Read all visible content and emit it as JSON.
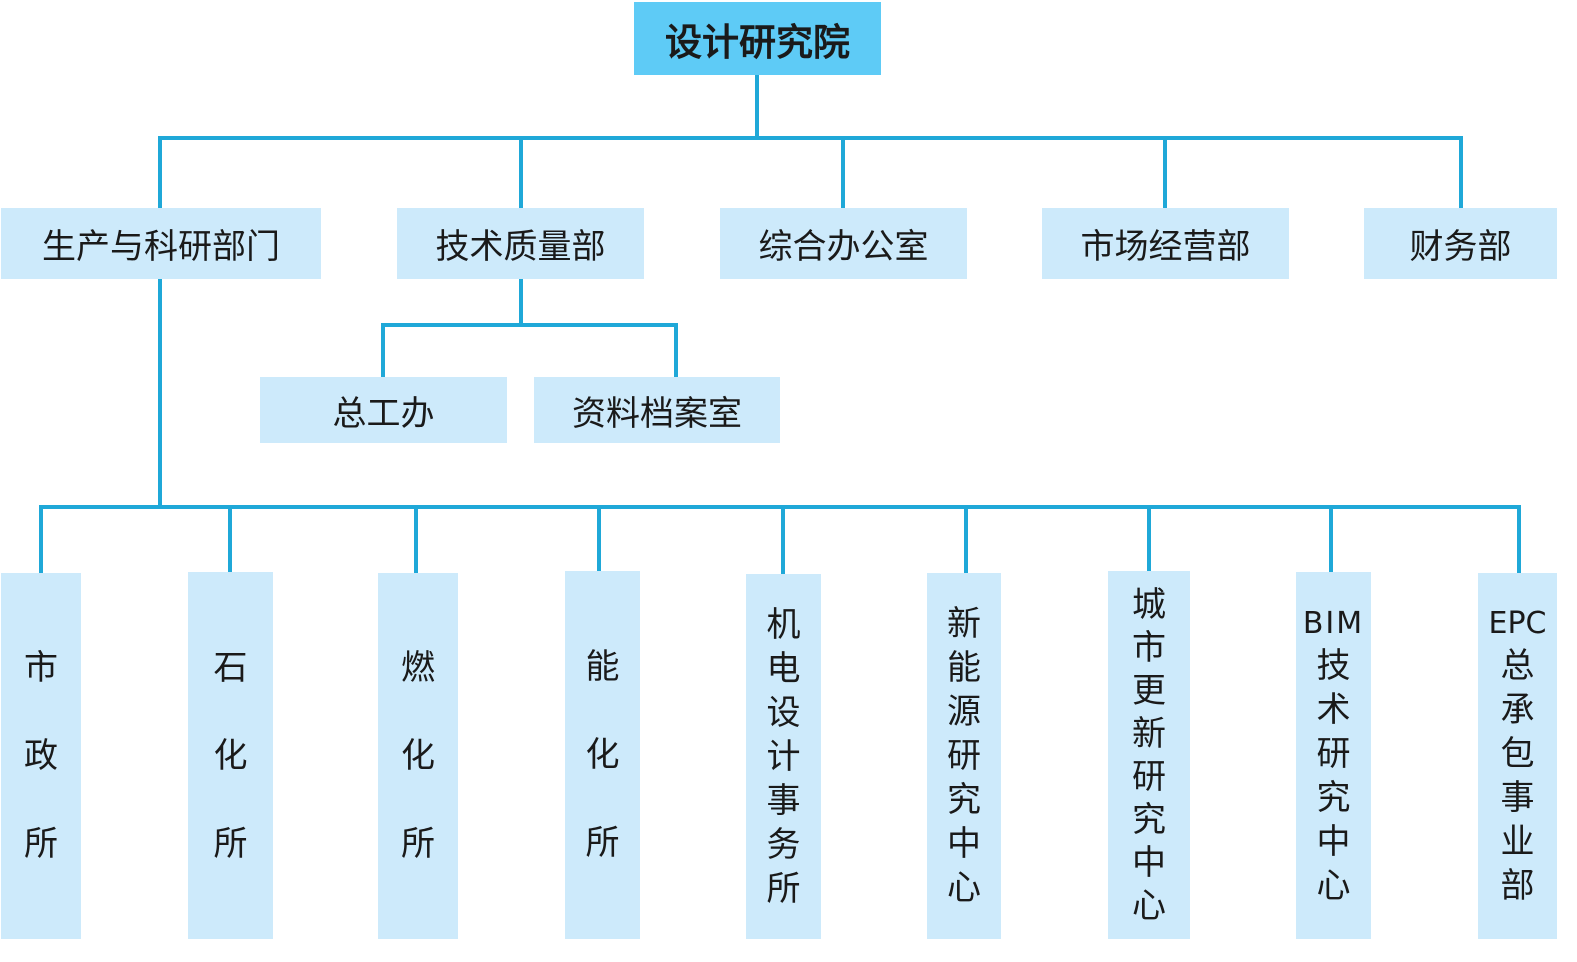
{
  "colors": {
    "root_fill": "#5ecbf6",
    "node_fill": "#cdeafb",
    "connector": "#1fa8d8"
  },
  "root": {
    "label": "设计研究院"
  },
  "departments": [
    {
      "label": "生产与科研部门"
    },
    {
      "label": "技术质量部"
    },
    {
      "label": "综合办公室"
    },
    {
      "label": "市场经营部"
    },
    {
      "label": "财务部"
    }
  ],
  "tech_sub": [
    {
      "label": "总工办"
    },
    {
      "label": "资料档案室"
    }
  ],
  "production_units": [
    {
      "chars": [
        "市",
        "政",
        "所"
      ]
    },
    {
      "chars": [
        "石",
        "化",
        "所"
      ]
    },
    {
      "chars": [
        "燃",
        "化",
        "所"
      ]
    },
    {
      "chars": [
        "能",
        "化",
        "所"
      ]
    },
    {
      "chars": [
        "机",
        "电",
        "设",
        "计",
        "事",
        "务",
        "所"
      ]
    },
    {
      "chars": [
        "新",
        "能",
        "源",
        "研",
        "究",
        "中",
        "心"
      ]
    },
    {
      "chars": [
        "城",
        "市",
        "更",
        "新",
        "研",
        "究",
        "中",
        "心"
      ]
    },
    {
      "chars": [
        "BIM",
        "技",
        "术",
        "研",
        "究",
        "中",
        "心"
      ]
    },
    {
      "chars": [
        "EPC",
        "总",
        "承",
        "包",
        "事",
        "业",
        "部"
      ]
    }
  ]
}
